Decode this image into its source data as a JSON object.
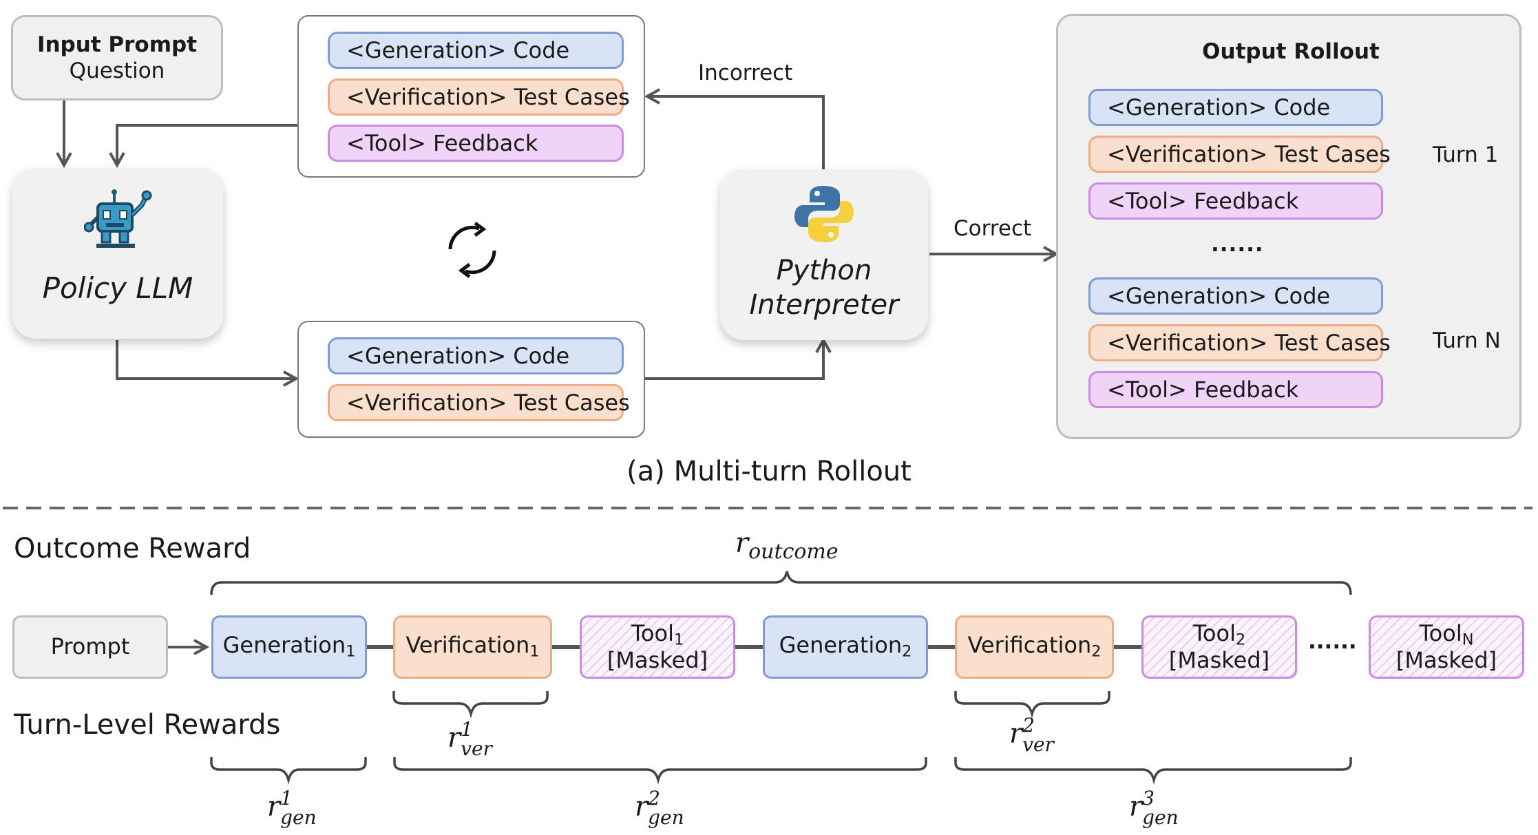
{
  "input": {
    "title": "Input Prompt",
    "subtitle": "Question"
  },
  "policy": {
    "label": "Policy LLM"
  },
  "interpreter": {
    "label_line1": "Python",
    "label_line2": "Interpreter"
  },
  "top_box": {
    "gen": "<Generation> Code",
    "ver": "<Verification> Test Cases",
    "tool": "<Tool> Feedback"
  },
  "bottom_box": {
    "gen": "<Generation> Code",
    "ver": "<Verification> Test Cases"
  },
  "edges": {
    "incorrect": "Incorrect",
    "correct": "Correct"
  },
  "output": {
    "title": "Output Rollout",
    "turn1": {
      "gen": "<Generation> Code",
      "ver": "<Verification> Test Cases",
      "tool": "<Tool> Feedback",
      "label": "Turn 1"
    },
    "dots": "......",
    "turnN": {
      "gen": "<Generation> Code",
      "ver": "<Verification> Test Cases",
      "tool": "<Tool> Feedback",
      "label": "Turn N"
    }
  },
  "caption": "(a) Multi-turn Rollout",
  "reward": {
    "outcome_title": "Outcome Reward",
    "turn_title": "Turn-Level Rewards",
    "r_outcome": {
      "base": "r",
      "sub": "outcome"
    },
    "seq": {
      "prompt": "Prompt",
      "gen1": {
        "text": "Generation",
        "sub": "1"
      },
      "ver1": {
        "text": "Verification",
        "sub": "1"
      },
      "tool1": {
        "text": "Tool",
        "sub": "1",
        "masked": "[Masked]"
      },
      "gen2": {
        "text": "Generation",
        "sub": "2"
      },
      "ver2": {
        "text": "Verification",
        "sub": "2"
      },
      "tool2": {
        "text": "Tool",
        "sub": "2",
        "masked": "[Masked]"
      },
      "dots": "......",
      "toolN": {
        "text": "Tool",
        "sub": "N",
        "masked": "[Masked]"
      }
    },
    "r_ver1": {
      "base": "r",
      "sup": "1",
      "sub": "ver"
    },
    "r_ver2": {
      "base": "r",
      "sup": "2",
      "sub": "ver"
    },
    "r_gen1": {
      "base": "r",
      "sup": "1",
      "sub": "gen"
    },
    "r_gen2": {
      "base": "r",
      "sup": "2",
      "sub": "gen"
    },
    "r_gen3": {
      "base": "r",
      "sup": "3",
      "sub": "gen"
    }
  },
  "colors": {
    "generation": "#d8e3f5",
    "verification": "#fbdfcd",
    "tool": "#efd4f8",
    "arrow": "#555555"
  },
  "icons": [
    "robot-icon",
    "refresh-cycle-icon",
    "python-logo-icon"
  ]
}
